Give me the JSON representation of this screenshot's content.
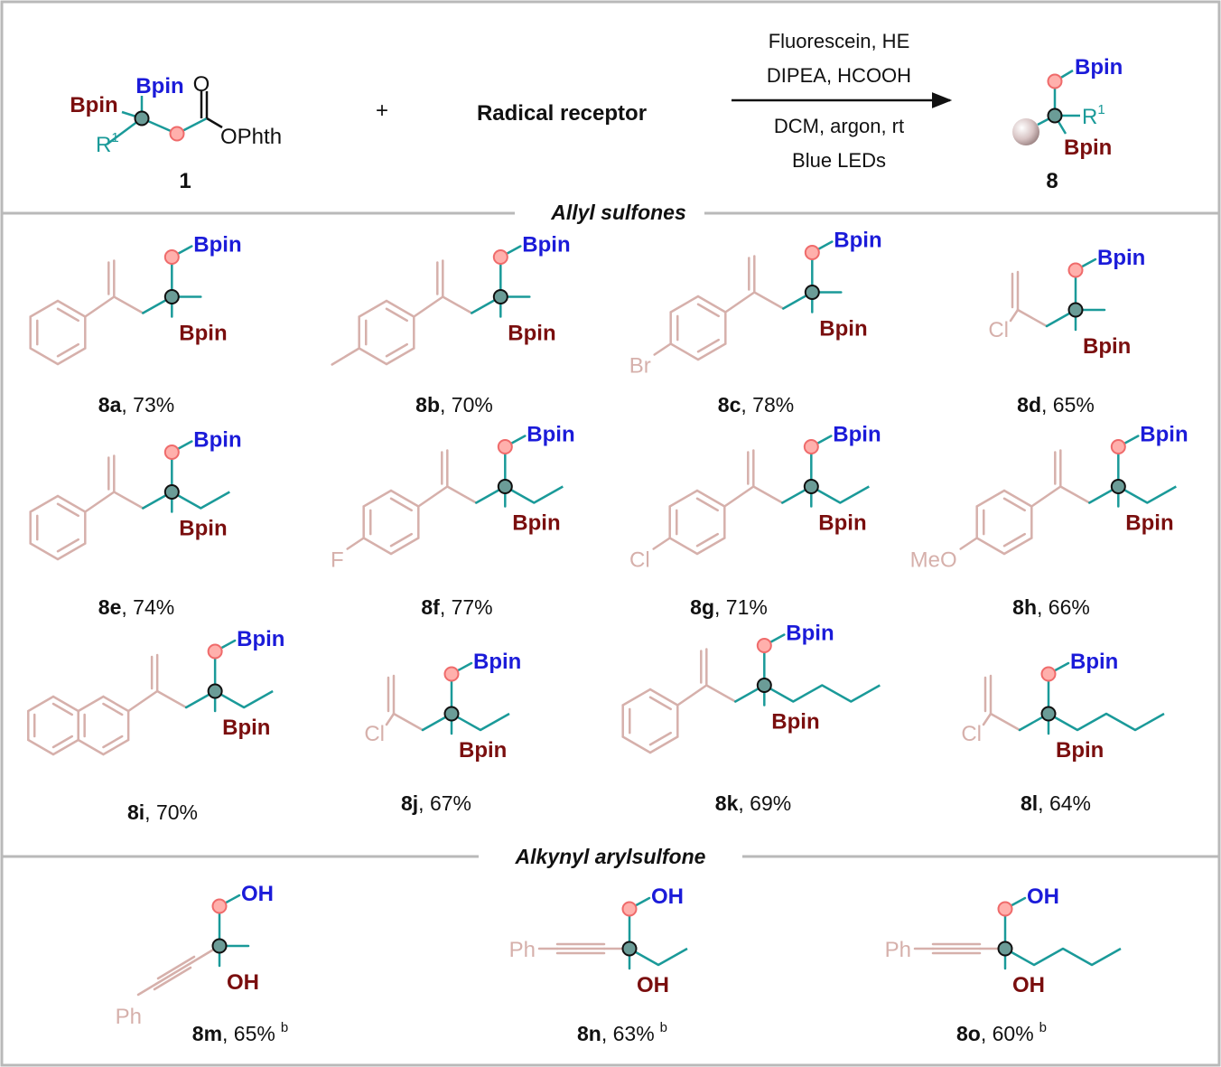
{
  "colors": {
    "frame": "#b9b9b9",
    "teal": "#1a9a99",
    "fragment": "#d6b0ab",
    "blue": "#1b1bd9",
    "darkred": "#7a0e0e",
    "dot_fill": "#ffb0ac",
    "dot_stroke": "#ef6b6b",
    "quat_fill": "#6b9c97",
    "text": "#111111"
  },
  "header": {
    "reactant": {
      "label": "1",
      "bpin_top": "Bpin",
      "bpin_left": "Bpin",
      "carbonyl_o": "O",
      "ophth": "OPhth",
      "r_group": "R",
      "r_sup": "1"
    },
    "plus": "+",
    "receptor": "Radical receptor",
    "conditions": [
      "Fluorescein, HE",
      "DIPEA, HCOOH",
      "DCM, argon, rt",
      "Blue LEDs"
    ],
    "product": {
      "label": "8",
      "bpin_top": "Bpin",
      "bpin_bottom": "Bpin",
      "r_group": "R",
      "r_sup": "1"
    }
  },
  "sections": {
    "allyl": "Allyl sulfones",
    "alkynyl": "Alkynyl arylsulfone"
  },
  "compounds": [
    {
      "id": "8a",
      "yield": ", 73%",
      "top": "Bpin",
      "bottom": "Bpin",
      "sub": ""
    },
    {
      "id": "8b",
      "yield": ", 70%",
      "top": "Bpin",
      "bottom": "Bpin",
      "sub": ""
    },
    {
      "id": "8c",
      "yield": ", 78%",
      "top": "Bpin",
      "bottom": "Bpin",
      "sub": "Br"
    },
    {
      "id": "8d",
      "yield": ", 65%",
      "top": "Bpin",
      "bottom": "Bpin",
      "sub": "Cl"
    },
    {
      "id": "8e",
      "yield": ", 74%",
      "top": "Bpin",
      "bottom": "Bpin",
      "sub": ""
    },
    {
      "id": "8f",
      "yield": ", 77%",
      "top": "Bpin",
      "bottom": "Bpin",
      "sub": "F"
    },
    {
      "id": "8g",
      "yield": ", 71%",
      "top": "Bpin",
      "bottom": "Bpin",
      "sub": "Cl"
    },
    {
      "id": "8h",
      "yield": ", 66%",
      "top": "Bpin",
      "bottom": "Bpin",
      "sub": "MeO"
    },
    {
      "id": "8i",
      "yield": ", 70%",
      "top": "Bpin",
      "bottom": "Bpin",
      "sub": ""
    },
    {
      "id": "8j",
      "yield": ", 67%",
      "top": "Bpin",
      "bottom": "Bpin",
      "sub": "Cl"
    },
    {
      "id": "8k",
      "yield": ", 69%",
      "top": "Bpin",
      "bottom": "Bpin",
      "sub": ""
    },
    {
      "id": "8l",
      "yield": ", 64%",
      "top": "Bpin",
      "bottom": "Bpin",
      "sub": "Cl"
    },
    {
      "id": "8m",
      "yield": ", 65%",
      "note": "b",
      "top": "OH",
      "bottom": "OH",
      "sub": "Ph"
    },
    {
      "id": "8n",
      "yield": ", 63%",
      "note": "b",
      "top": "OH",
      "bottom": "OH",
      "sub": "Ph"
    },
    {
      "id": "8o",
      "yield": ", 60%",
      "note": "b",
      "top": "OH",
      "bottom": "OH",
      "sub": "Ph"
    }
  ]
}
